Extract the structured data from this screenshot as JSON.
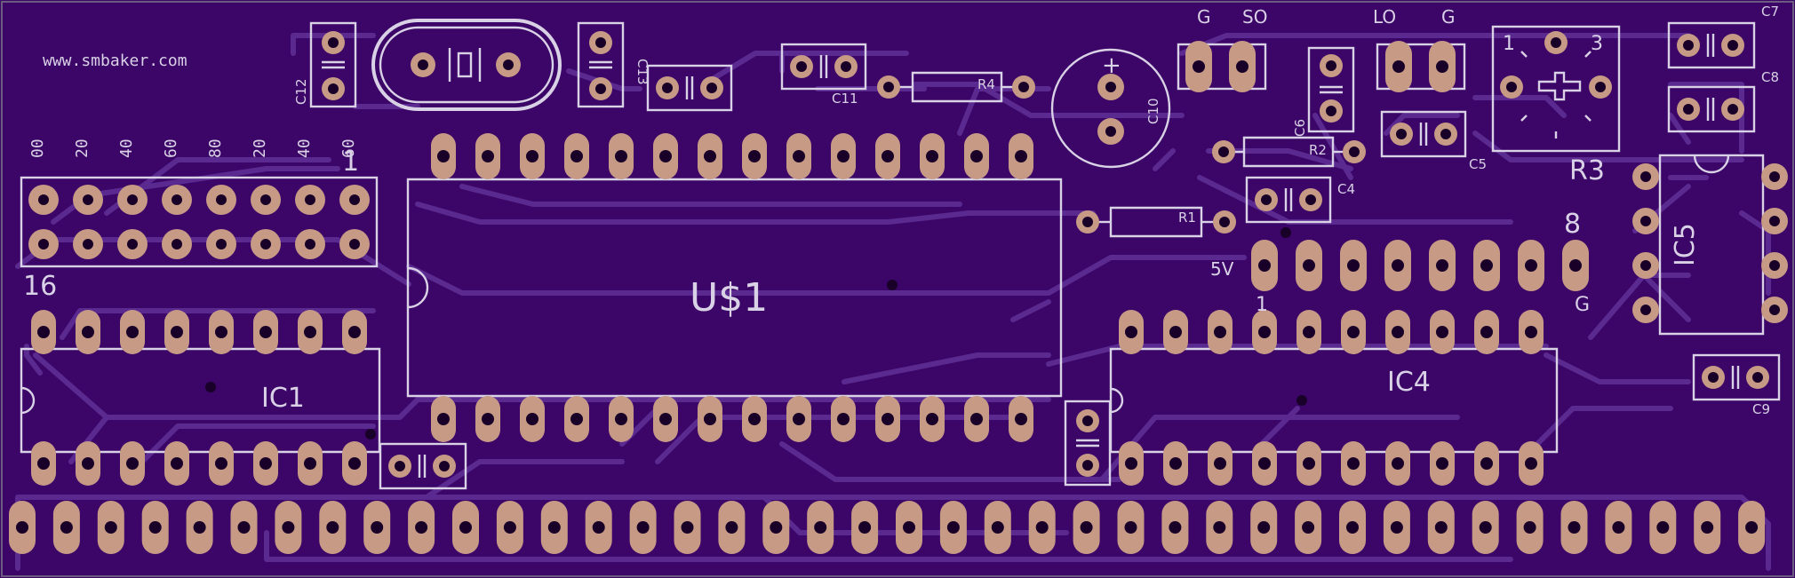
{
  "board": {
    "website": "www.smbaker.com",
    "colors": {
      "substrate": "#3b0667",
      "trace": "#5b2a91",
      "silkscreen": "#d9d1e6",
      "pad": "#c79a86",
      "hole": "#180028"
    }
  },
  "labels": {
    "dip_numbers": [
      "00",
      "20",
      "40",
      "60",
      "80",
      "20",
      "40",
      "60"
    ],
    "dip_pin1": "1",
    "dip_pin16": "16",
    "ic1": "IC1",
    "u1": "U$1",
    "ic4": "IC4",
    "ic5": "IC5",
    "c12": "C12",
    "c13": "C13",
    "c11": "C11",
    "r4": "R4",
    "c10": "C10",
    "c10_plus": "+",
    "g_left": "G",
    "so": "SO",
    "c6": "C6",
    "lo": "LO",
    "g_right": "G",
    "r2": "R2",
    "c5": "C5",
    "c4": "C4",
    "r1": "R1",
    "r3": "R3",
    "r3_pin1": "1",
    "r3_pin3": "3",
    "c7": "C7",
    "c8": "C8",
    "c9": "C9",
    "header_5v": "5V",
    "header_8": "8",
    "header_1": "1",
    "header_g": "G"
  }
}
